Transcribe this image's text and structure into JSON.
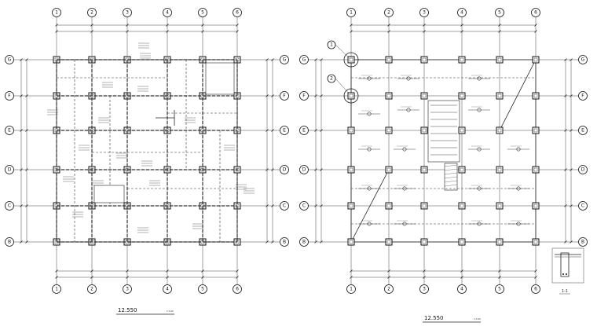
{
  "left_plan": {
    "title": "12.550",
    "title_suffix": "",
    "scale": "1:100",
    "x_axes": [
      "1",
      "2",
      "3",
      "4",
      "5",
      "6"
    ],
    "y_axes": [
      "G",
      "F",
      "E",
      "D",
      "C",
      "B"
    ],
    "dims_top": [
      "",
      "",
      "",
      "",
      ""
    ],
    "dims_total": ""
  },
  "right_plan": {
    "title": "12.550",
    "title_suffix": "",
    "scale": "1:100",
    "x_axes": [
      "1",
      "2",
      "3",
      "4",
      "5",
      "6"
    ],
    "y_axes": [
      "G",
      "F",
      "E",
      "D",
      "C",
      "B"
    ],
    "dims_top": [
      "",
      "",
      "",
      "",
      ""
    ],
    "dims_total": ""
  },
  "section": {
    "label": "1-1"
  },
  "callouts": [
    "1",
    "2"
  ]
}
